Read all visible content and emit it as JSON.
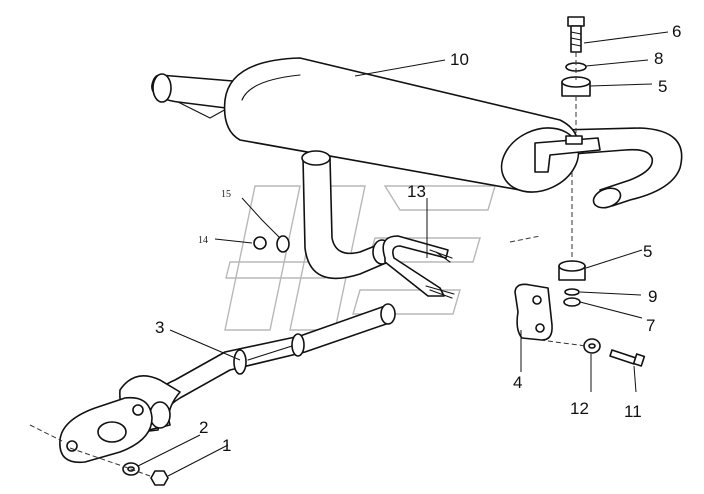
{
  "callouts": [
    {
      "id": "1",
      "text": "1"
    },
    {
      "id": "2",
      "text": "2"
    },
    {
      "id": "3",
      "text": "3"
    },
    {
      "id": "4",
      "text": "4"
    },
    {
      "id": "5a",
      "text": "5"
    },
    {
      "id": "5b",
      "text": "5"
    },
    {
      "id": "6",
      "text": "6"
    },
    {
      "id": "7",
      "text": "7"
    },
    {
      "id": "8",
      "text": "8"
    },
    {
      "id": "9",
      "text": "9"
    },
    {
      "id": "10",
      "text": "10"
    },
    {
      "id": "11",
      "text": "11"
    },
    {
      "id": "12",
      "text": "12"
    },
    {
      "id": "13",
      "text": "13"
    },
    {
      "id": "14",
      "text": "14"
    },
    {
      "id": "15",
      "text": "15"
    }
  ],
  "colors": {
    "line": "#111111",
    "watermark": "#b8b8b8",
    "background": "#ffffff"
  }
}
